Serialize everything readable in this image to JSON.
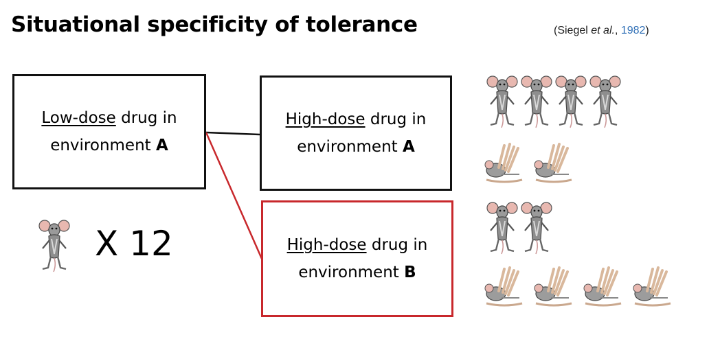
{
  "title": "Situational specificity of tolerance",
  "citation": {
    "open": "(Siegel ",
    "etal": "et al.",
    "sep": ", ",
    "year": "1982",
    "close": ")"
  },
  "boxes": {
    "low": {
      "underlined": "Low-dose",
      "rest": " drug in",
      "line2": "environment ",
      "env": "A"
    },
    "high_a": {
      "underlined": "High-dose",
      "rest": " drug in",
      "line2": "environment ",
      "env": "A"
    },
    "high_b": {
      "underlined": "High-dose",
      "rest": " drug in",
      "line2": "environment ",
      "env": "B"
    }
  },
  "count_label": "X 12",
  "colors": {
    "link_a": "#111111",
    "link_b": "#c8282c",
    "box_b_border": "#c8282c",
    "year": "#2f6fb6"
  },
  "outcomes": {
    "environment_a": {
      "alive_rats": 4,
      "dead_rats": 2
    },
    "environment_b": {
      "alive_rats": 2,
      "dead_rats": 4
    }
  },
  "icons": {
    "alive": "standing-rat-icon",
    "dead": "dead-rat-icon"
  }
}
